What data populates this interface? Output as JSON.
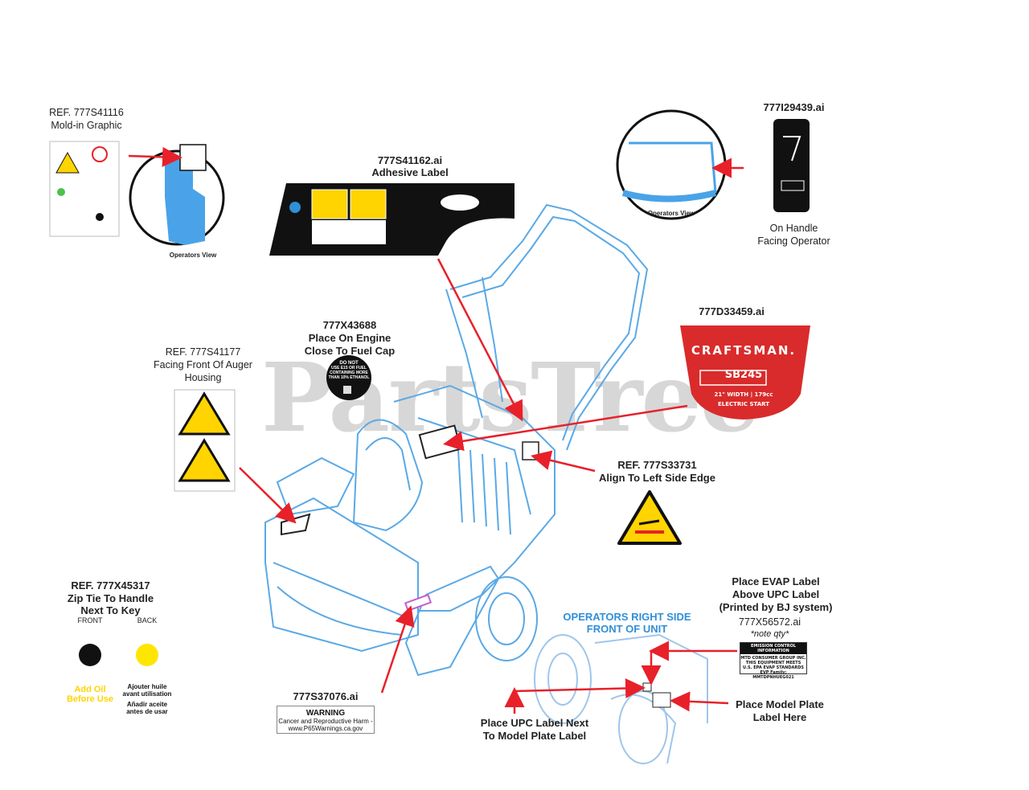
{
  "watermark": "PartsTree",
  "labels": {
    "ref_777s41116": "REF. 777S41116",
    "mold_in_graphic": "Mold-in Graphic",
    "operators_view_left": "Operators View",
    "ref_777s41162": "777S41162.ai",
    "adhesive_label": "Adhesive Label",
    "ref_777i29439": "777I29439.ai",
    "operators_view_right": "Operators View",
    "on_handle_1": "On Handle",
    "on_handle_2": "Facing Operator",
    "ref_777d33459": "777D33459.ai",
    "ref_777x43688": "777X43688",
    "place_on_engine_1": "Place On Engine",
    "place_on_engine_2": "Close To Fuel Cap",
    "ref_777s41177": "REF. 777S41177",
    "facing_front_1": "Facing Front Of Auger",
    "facing_front_2": "Housing",
    "ref_777s33731": "REF. 777S33731",
    "align_left_edge": "Align To Left Side Edge",
    "ref_777x45317": "REF. 777X45317",
    "zip_tie_1": "Zip Tie To Handle",
    "zip_tie_2": "Next To Key",
    "front": "FRONT",
    "back": "BACK",
    "ref_777s37076": "777S37076.ai",
    "operators_right_1": "OPERATORS RIGHT SIDE",
    "operators_right_2": "FRONT OF UNIT",
    "place_evap_1": "Place EVAP Label",
    "place_evap_2": "Above UPC Label",
    "place_evap_3": "(Printed by BJ system)",
    "ref_777x56572": "777X56572.ai",
    "note_qty": "*note qty*",
    "place_upc_1": "Place UPC Label Next",
    "place_upc_2": "To Model Plate Label",
    "place_model_1": "Place Model Plate",
    "place_model_2": "Label Here"
  },
  "craftsman": {
    "brand": "CRAFTSMAN.",
    "model": "SB245",
    "spec": "21\" WIDTH | 179cc",
    "start": "ELECTRIC START"
  },
  "fuel_decal": {
    "line1": "DO NOT",
    "line2": "USE E15 OR FUEL",
    "line3": "CONTAINING MORE",
    "line4": "THAN 10% ETHANOL"
  },
  "warning_card": {
    "title": "WARNING",
    "line1": "Cancer and Reproductive Harm -",
    "line2": "www.P65Warnings.ca.gov"
  },
  "evap_card": {
    "header": "EMISSION CONTROL INFORMATION",
    "line1": "MTD CONSUMER GROUP INC.",
    "line2": "THIS EQUIPMENT MEETS",
    "line3": "U.S. EPA EVAP STANDARDS",
    "line4": "EVP Family: MMTDPNHUEG021"
  },
  "tag": {
    "front_line1": "Add Oil",
    "front_line2": "Before Use",
    "back_line1": "Ajouter huile",
    "back_line2": "avant utilisation",
    "back_line3": "Añadir aceite",
    "back_line4": "antes de usar"
  },
  "colors": {
    "arrow_red": "#e8202a",
    "outline_blue": "#5aa9e6",
    "fill_blue": "#4aa3e8",
    "craftsman_red": "#d92b2b",
    "warning_yellow": "#ffd400",
    "tag_yellow": "#ffe600"
  }
}
